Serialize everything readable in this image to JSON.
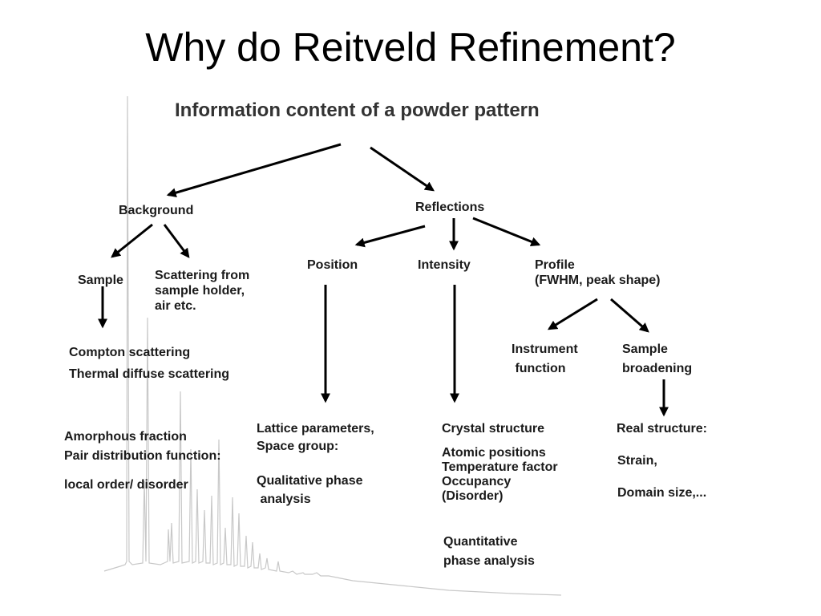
{
  "title": "Why do Reitveld Refinement?",
  "diagram": {
    "heading": "Information content of a powder pattern",
    "background": {
      "label": "Background",
      "sample": "Sample",
      "scattering": "Scattering from\nsample holder,\nair etc.",
      "sample_items": "Compton scattering\nThermal diffuse scattering",
      "amorphous": "Amorphous fraction\nPair distribution function:",
      "order": "local order/ disorder"
    },
    "reflections": {
      "label": "Reflections",
      "position": "Position",
      "intensity": "Intensity",
      "profile": "Profile\n(FWHM, peak shape)",
      "lattice": "Lattice parameters,\nSpace group:",
      "qualitative": "Qualitative phase\n analysis",
      "crystal": "Crystal structure",
      "atomic": "Atomic positions\nTemperature factor\nOccupancy\n(Disorder)",
      "quantitative": "Quantitative\nphase analysis",
      "instrument": "Instrument\n function",
      "sample_broadening": "Sample\nbroadening",
      "real_structure": "Real structure:",
      "strain_domain": "Strain,\n\nDomain size,..."
    }
  },
  "colors": {
    "text": "#1a1a1a",
    "arrow": "#000000",
    "pattern": "#c8c8c8"
  }
}
